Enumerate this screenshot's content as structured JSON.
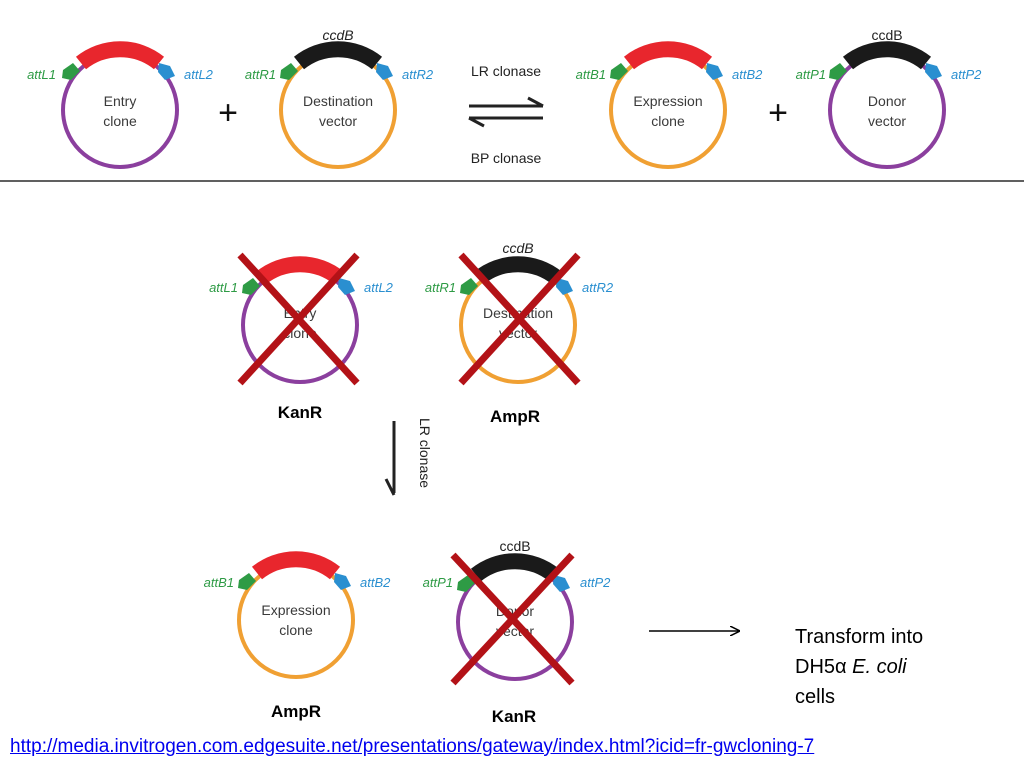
{
  "top_row": {
    "entry_clone": {
      "label_line1": "Entry",
      "label_line2": "clone",
      "att_left": "attL1",
      "att_right": "attL2"
    },
    "destination_vector": {
      "label_line1": "Destination",
      "label_line2": "vector",
      "att_left": "attR1",
      "att_right": "attR2",
      "top_label": "ccdB"
    },
    "plus_1": "+",
    "lr_clonase": "LR clonase",
    "bp_clonase": "BP clonase",
    "expression_clone": {
      "label_line1": "Expression",
      "label_line2": "clone",
      "att_left": "attB1",
      "att_right": "attB2"
    },
    "plus_2": "+",
    "donor_vector": {
      "label_line1": "Donor",
      "label_line2": "vector",
      "att_left": "attP1",
      "att_right": "attP2",
      "top_label": "ccdB"
    }
  },
  "middle_row": {
    "entry_clone": {
      "label_line1": "Entry",
      "label_line2": "clone",
      "att_left": "attL1",
      "att_right": "attL2",
      "resistance": "KanR",
      "crossed_out": true
    },
    "destination_vector": {
      "label_line1": "Destination",
      "label_line2": "vector",
      "att_left": "attR1",
      "att_right": "attR2",
      "top_label": "ccdB",
      "resistance": "AmpR",
      "crossed_out": true
    },
    "arrow_label": "LR clonase"
  },
  "bottom_row": {
    "expression_clone": {
      "label_line1": "Expression",
      "label_line2": "clone",
      "att_left": "attB1",
      "att_right": "attB2",
      "resistance": "AmpR",
      "crossed_out": false
    },
    "donor_vector": {
      "label_line1": "Donor",
      "label_line2": "vector",
      "att_left": "attP1",
      "att_right": "attP2",
      "top_label": "ccdB",
      "resistance": "KanR",
      "crossed_out": true
    }
  },
  "transform_text": {
    "line1": "Transform into",
    "line2_prefix": "DH5α ",
    "line2_italic": "E. coli",
    "line3": "cells"
  },
  "source_link": "http://media.invitrogen.com.edgesuite.net/presentations/gateway/index.html?icid=fr-gwcloning-7",
  "colors": {
    "purple_backbone": "#8b3f9e",
    "orange_backbone": "#f0a033",
    "red_insert": "#e8262d",
    "ccdB_black": "#1a1a1a",
    "attL_green": "#2e9b45",
    "attR_blue": "#2a8fd0",
    "x_mark_red": "#b31217"
  }
}
